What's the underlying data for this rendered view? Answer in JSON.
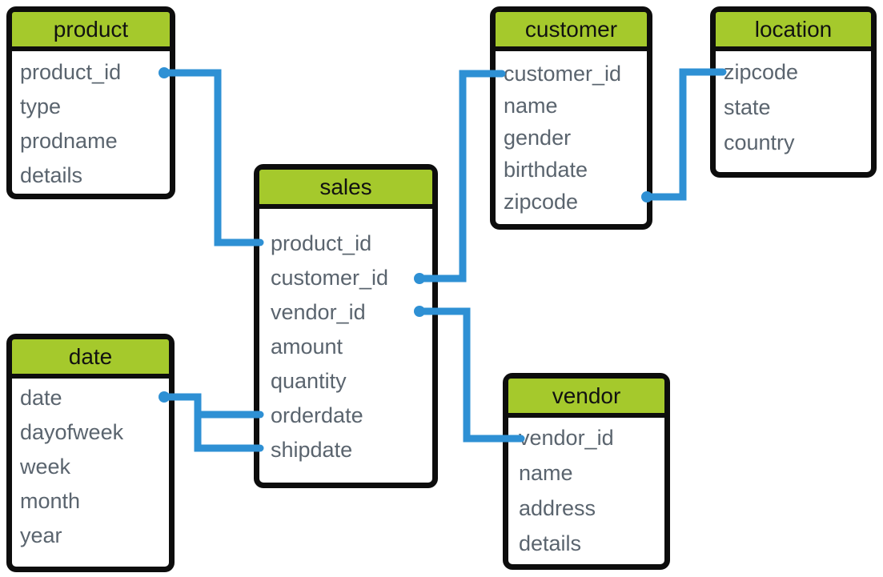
{
  "diagram": {
    "type": "entity-relationship-schema",
    "tables": [
      {
        "id": "product",
        "title": "product",
        "fields": [
          "product_id",
          "type",
          "prodname",
          "details"
        ]
      },
      {
        "id": "customer",
        "title": "customer",
        "fields": [
          "customer_id",
          "name",
          "gender",
          "birthdate",
          "zipcode"
        ]
      },
      {
        "id": "location",
        "title": "location",
        "fields": [
          "zipcode",
          "state",
          "country"
        ]
      },
      {
        "id": "sales",
        "title": "sales",
        "fields": [
          "product_id",
          "customer_id",
          "vendor_id",
          "amount",
          "quantity",
          "orderdate",
          "shipdate"
        ]
      },
      {
        "id": "date",
        "title": "date",
        "fields": [
          "date",
          "dayofweek",
          "week",
          "month",
          "year"
        ]
      },
      {
        "id": "vendor",
        "title": "vendor",
        "fields": [
          "vendor_id",
          "name",
          "address",
          "details"
        ]
      }
    ],
    "relationships": [
      {
        "from": "product.product_id",
        "to": "sales.product_id"
      },
      {
        "from": "sales.customer_id",
        "to": "customer.customer_id"
      },
      {
        "from": "sales.vendor_id",
        "to": "vendor.vendor_id"
      },
      {
        "from": "customer.zipcode",
        "to": "location.zipcode"
      },
      {
        "from": "date.date",
        "to": "sales.orderdate"
      },
      {
        "from": "date.date",
        "to": "sales.shipdate"
      }
    ],
    "colors": {
      "header_bg": "#a5c92c",
      "connector": "#2e90d4",
      "border": "#0d0d0d",
      "field_text": "#5a646e",
      "header_text": "#111111",
      "background": "#ffffff"
    }
  }
}
